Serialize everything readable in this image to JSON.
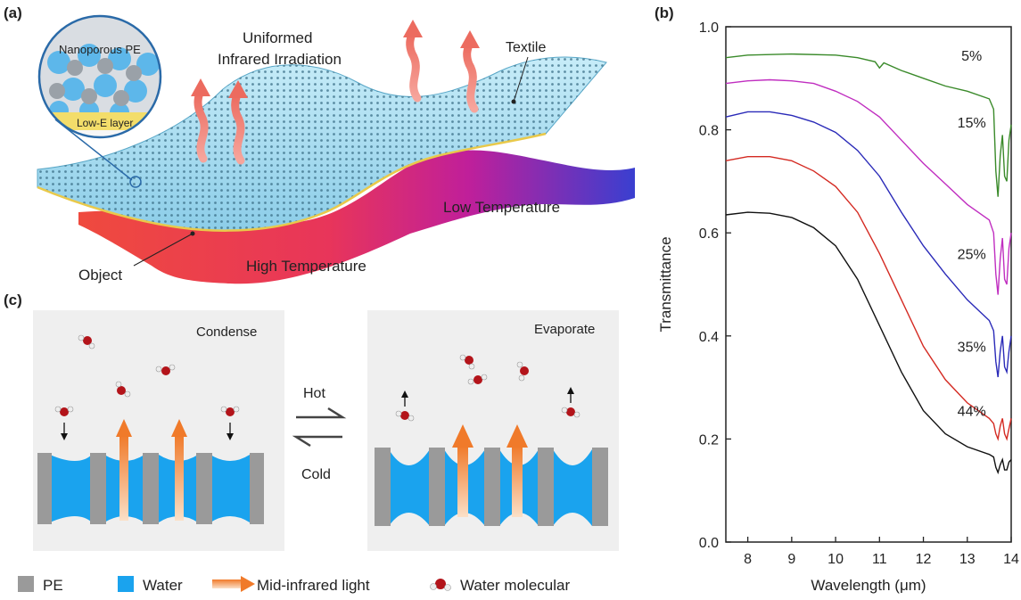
{
  "panel_a": {
    "label": "(a)",
    "inset_top": "Nanoporous PE",
    "inset_bottom": "Low-E layer",
    "title_line1": "Uniformed",
    "title_line2": "Infrared Irradiation",
    "textile": "Textile",
    "low_temp": "Low Temperature",
    "high_temp": "High Temperature",
    "object": "Object",
    "colors": {
      "textile": "#a9dcef",
      "hot": "#e8473c",
      "cold": "#3a3fd0",
      "arrow": "#f08a7e",
      "lowe": "#f2d24a"
    }
  },
  "panel_c": {
    "label": "(c)",
    "left_title": "Condense",
    "right_title": "Evaporate",
    "hot": "Hot",
    "cold": "Cold",
    "legend": {
      "pe": "PE",
      "water": "Water",
      "light": "Mid-infrared light",
      "molecule": "Water molecular"
    },
    "colors": {
      "pe": "#9a9a9a",
      "water": "#1aa3ee",
      "light": "#f07a2a",
      "panel_bg": "#efefef",
      "oxygen": "#b3141a"
    }
  },
  "chart_data": {
    "type": "line",
    "panel_label": "(b)",
    "xlabel": "Wavelength (μm)",
    "ylabel": "Transmittance",
    "xlim": [
      7.5,
      14
    ],
    "ylim": [
      0.0,
      1.0
    ],
    "x_ticks": [
      "8",
      "9",
      "10",
      "11",
      "12",
      "13",
      "14"
    ],
    "y_ticks": [
      "0.0",
      "0.2",
      "0.4",
      "0.6",
      "0.8",
      "1.0"
    ],
    "grid": false,
    "series": [
      {
        "name": "5%",
        "color": "#3a8a2a",
        "x": [
          7.5,
          8,
          9,
          10,
          10.5,
          10.9,
          11.0,
          11.1,
          11.5,
          12,
          12.5,
          13,
          13.5,
          13.6,
          13.65,
          13.7,
          13.75,
          13.8,
          13.85,
          13.9,
          13.95,
          14.0
        ],
        "y": [
          0.94,
          0.945,
          0.947,
          0.945,
          0.94,
          0.932,
          0.92,
          0.93,
          0.915,
          0.9,
          0.885,
          0.875,
          0.86,
          0.84,
          0.72,
          0.67,
          0.75,
          0.79,
          0.71,
          0.7,
          0.78,
          0.81
        ]
      },
      {
        "name": "15%",
        "color": "#c02ec0",
        "x": [
          7.5,
          8,
          8.5,
          9,
          9.5,
          10,
          10.5,
          11,
          11.5,
          12,
          12.5,
          13,
          13.5,
          13.6,
          13.65,
          13.7,
          13.75,
          13.8,
          13.85,
          13.9,
          13.95,
          14.0
        ],
        "y": [
          0.89,
          0.895,
          0.897,
          0.895,
          0.89,
          0.875,
          0.855,
          0.825,
          0.78,
          0.735,
          0.695,
          0.655,
          0.625,
          0.6,
          0.52,
          0.48,
          0.55,
          0.59,
          0.51,
          0.5,
          0.57,
          0.6
        ]
      },
      {
        "name": "25%",
        "color": "#2a2ab8",
        "x": [
          7.5,
          8,
          8.5,
          9,
          9.5,
          10,
          10.5,
          11,
          11.5,
          12,
          12.5,
          13,
          13.5,
          13.6,
          13.65,
          13.7,
          13.75,
          13.8,
          13.85,
          13.9,
          13.95,
          14.0
        ],
        "y": [
          0.825,
          0.835,
          0.835,
          0.828,
          0.815,
          0.795,
          0.76,
          0.71,
          0.64,
          0.575,
          0.52,
          0.47,
          0.43,
          0.41,
          0.35,
          0.32,
          0.37,
          0.4,
          0.34,
          0.33,
          0.37,
          0.4
        ]
      },
      {
        "name": "35%",
        "color": "#d42a22",
        "x": [
          7.5,
          8,
          8.5,
          9,
          9.5,
          10,
          10.5,
          11,
          11.5,
          12,
          12.5,
          13,
          13.5,
          13.6,
          13.65,
          13.7,
          13.75,
          13.8,
          13.85,
          13.9,
          13.95,
          14.0
        ],
        "y": [
          0.74,
          0.748,
          0.748,
          0.74,
          0.72,
          0.69,
          0.64,
          0.56,
          0.47,
          0.38,
          0.315,
          0.27,
          0.24,
          0.23,
          0.21,
          0.2,
          0.225,
          0.24,
          0.21,
          0.2,
          0.22,
          0.24
        ]
      },
      {
        "name": "44%",
        "color": "#111111",
        "x": [
          7.5,
          8,
          8.5,
          9,
          9.5,
          10,
          10.5,
          11,
          11.5,
          12,
          12.5,
          13,
          13.5,
          13.6,
          13.65,
          13.7,
          13.75,
          13.8,
          13.85,
          13.9,
          13.95,
          14.0
        ],
        "y": [
          0.635,
          0.64,
          0.638,
          0.63,
          0.61,
          0.575,
          0.51,
          0.42,
          0.33,
          0.255,
          0.21,
          0.185,
          0.17,
          0.165,
          0.145,
          0.135,
          0.15,
          0.16,
          0.14,
          0.14,
          0.155,
          0.16
        ]
      }
    ]
  }
}
